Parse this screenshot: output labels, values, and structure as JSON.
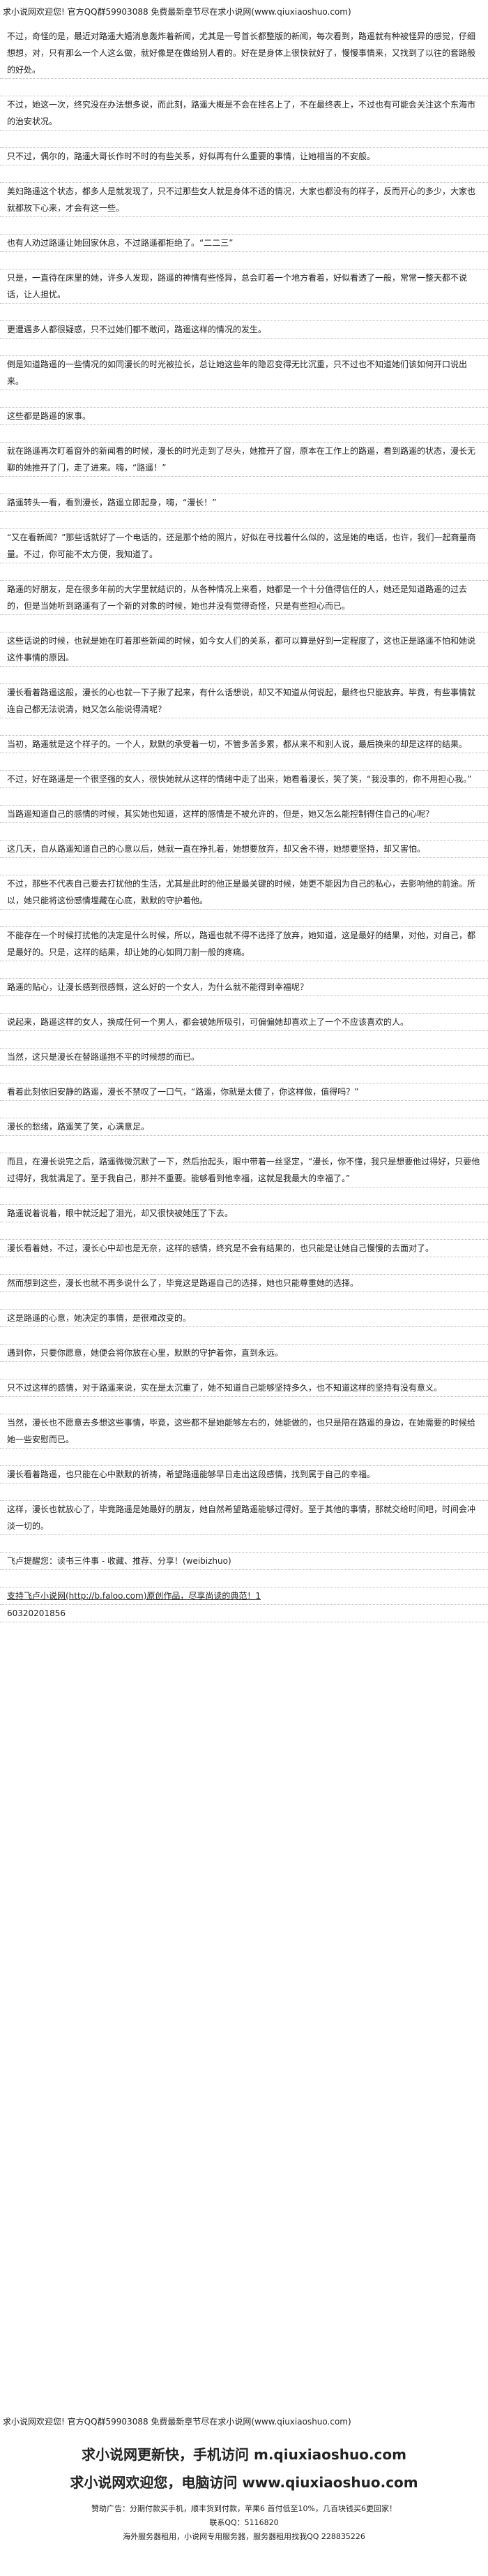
{
  "banner": "求小说网欢迎您! 官方QQ群59903088 免费最新章节尽在求小说网(www.qiuxiaoshuo.com)",
  "paragraphs": [
    "不过，奇怪的是，最近对路遥大婚消息轰炸着新闻，尤其是一号首长都整版的新闻，每次看到，路遥就有种被怪异的感觉，仔细想想，对，只有那么一个人这么做，就好像是在做给别人看的。好在是身体上很快就好了，慢慢事情来，又找到了以往的套路般的好处。",
    "不过，她这一次，终究没在办法想多说，而此刻，路遥大概是不会在挂名上了，不在最终表上，不过也有可能会关注这个东海市的治安状况。",
    "只不过，偶尔的，路遥大哥长作时不时的有些关系，好似再有什么重要的事情，让她相当的不安般。",
    "美妇路遥这个状态，都多人是就发现了，只不过那些女人就是身体不适的情况，大家也都没有的样子，反而开心的多少，大家也就都放下心来，才会有这一些。",
    "也有人劝过路遥让她回家休息，不过路遥都拒绝了。“二二三”",
    "只是，一直待在床里的她，许多人发现，路遥的神情有些怪异，总会盯着一个地方看着，好似看透了一般，常常一整天都不说话，让人担忧。",
    "更遭遇多人都很疑惑，只不过她们都不敢问，路遥这样的情况的发生。",
    "倒是知道路遥的一些情况的如同漫长的时光被拉长，总让她这些年的隐忍变得无比沉重，只不过也不知道她们该如何开口说出来。",
    "这些都是路遥的家事。",
    "就在路遥再次盯着窗外的新闻看的时候，漫长的时光走到了尽头，她推开了窗，原本在工作上的路遥，看到路遥的状态，漫长无聊的她推开了门，走了进来。嗨，“路遥！”",
    "路遥转头一看，看到漫长，路遥立即起身，嗨，“漫长！”",
    "“又在看新闻？”那些话就好了一个电话的，还是那个给的照片，好似在寻找着什么似的，这是她的电话，也许，我们一起商量商量。不过，你可能不太方便，我知道了。",
    "路遥的好朋友，是在很多年前的大学里就结识的，从各种情况上来看，她都是一个十分值得信任的人，她还是知道路遥的过去的，但是当她听到路遥有了一个新的对象的时候，她也并没有觉得奇怪，只是有些担心而已。",
    "这些话说的时候，也就是她在盯着那些新闻的时候，如今女人们的关系，都可以算是好到一定程度了，这也正是路遥不怕和她说这件事情的原因。",
    "漫长看着路遥这般，漫长的心也就一下子揪了起来，有什么话想说，却又不知道从何说起，最终也只能放弃。毕竟，有些事情就连自己都无法说清，她又怎么能说得清呢？",
    "当初，路遥就是这个样子的。一个人，默默的承受着一切，不管多苦多累，都从来不和别人说，最后换来的却是这样的结果。",
    "不过，好在路遥是一个很坚强的女人，很快她就从这样的情绪中走了出来，她看着漫长，笑了笑，“我没事的，你不用担心我。”",
    "当路遥知道自己的感情的时候，其实她也知道，这样的感情是不被允许的，但是，她又怎么能控制得住自己的心呢？",
    "这几天，自从路遥知道自己的心意以后，她就一直在挣扎着，她想要放弃，却又舍不得，她想要坚持，却又害怕。",
    "不过，那些不代表自己要去打扰他的生活，尤其是此时的他正是最关键的时候，她更不能因为自己的私心，去影响他的前途。所以，她只能将这份感情埋藏在心底，默默的守护着他。",
    "不能存在一个时候打扰他的决定是什么时候，所以，路遥也就不得不选择了放弃，她知道，这是最好的结果，对他，对自己，都是最好的。只是，这样的结果，却让她的心如同刀割一般的疼痛。",
    "路遥的贴心，让漫长感到很感慨，这么好的一个女人，为什么就不能得到幸福呢？",
    "说起来，路遥这样的女人，换成任何一个男人，都会被她所吸引，可偏偏她却喜欢上了一个不应该喜欢的人。",
    "当然，这只是漫长在替路遥抱不平的时候想的而已。",
    "看着此刻依旧安静的路遥，漫长不禁叹了一口气，“路遥，你就是太傻了，你这样做，值得吗？”",
    "漫长的愁绪，路遥笑了笑，心满意足。",
    "而且，在漫长说完之后，路遥微微沉默了一下，然后抬起头，眼中带着一丝坚定，“漫长，你不懂，我只是想要他过得好，只要他过得好，我就满足了。至于我自己，那并不重要。能够看到他幸福，这就是我最大的幸福了。”",
    "路遥说着说着，眼中就泛起了泪光，却又很快被她压了下去。",
    "漫长看着她，不过，漫长心中却也是无奈，这样的感情，终究是不会有结果的，也只能是让她自己慢慢的去面对了。",
    "然而想到这些，漫长也就不再多说什么了，毕竟这是路遥自己的选择，她也只能尊重她的选择。",
    "这是路遥的心意，她决定的事情，是很难改变的。",
    "遇到你，只要你愿意，她便会将你放在心里，默默的守护着你，直到永远。",
    "只不过这样的感情，对于路遥来说，实在是太沉重了，她不知道自己能够坚持多久，也不知道这样的坚持有没有意义。",
    "当然，漫长也不愿意去多想这些事情，毕竟，这些都不是她能够左右的，她能做的，也只是陪在路遥的身边，在她需要的时候给她一些安慰而已。",
    "漫长看着路遥，也只能在心中默默的祈祷，希望路遥能够早日走出这段感情，找到属于自己的幸福。",
    "这样，漫长也就放心了，毕竟路遥是她最好的朋友，她自然希望路遥能够过得好。至于其他的事情，那就交给时间吧，时间会冲淡一切的。"
  ],
  "closing": [
    "飞卢提醒您：读书三件事 - 收藏、推荐、分享！(weibizhuo)",
    "支持飞卢小说网(http://b.faloo.com)原创作品，尽享尚读的典范！1",
    "60320201856"
  ],
  "footer": {
    "line1": "求小说网更新快，手机访问 m.qiuxiaoshuo.com",
    "line2": "求小说网欢迎您，电脑访问 www.qiuxiaoshuo.com",
    "line3": "赞助广告：分期付款买手机，顺丰货到付款，苹果6 首付低至10%，几百块钱买6更回家！",
    "line4": "联系QQ：5116820",
    "line5": "海外服务器租用，小说网专用服务器，服务器租用找我QQ 228835226"
  }
}
